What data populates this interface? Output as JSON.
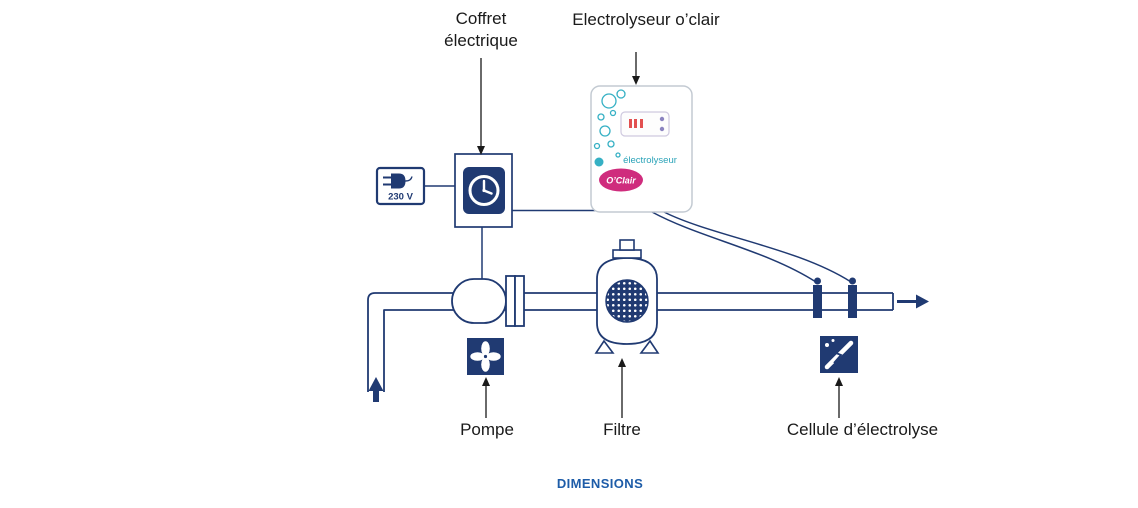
{
  "diagram": {
    "background": "#ffffff",
    "labels": {
      "coffret_line1": "Coffret",
      "coffret_line2": "électrique",
      "electrolyseur": "Electrolyseur o’clair",
      "voltage": "230 V",
      "pompe": "Pompe",
      "filtre": "Filtre",
      "cellule": "Cellule d’électrolyse",
      "dimensions": "DIMENSIONS"
    },
    "device": {
      "brand": "O’Clair",
      "product": "électrolyseur"
    },
    "colors": {
      "navy": "#203a72",
      "teal": "#35b0c4",
      "pink": "#cf2c7d",
      "label_text": "#1a1a1a",
      "dimensions_blue": "#1d5ca8"
    },
    "icons": {
      "plug-icon": "mains plug",
      "clock-icon": "timer clock",
      "fan-icon": "pump impeller",
      "mesh-icon": "filter mesh",
      "spark-icon": "electrolysis cell spark",
      "flow-arrow-icon": "▶"
    }
  }
}
